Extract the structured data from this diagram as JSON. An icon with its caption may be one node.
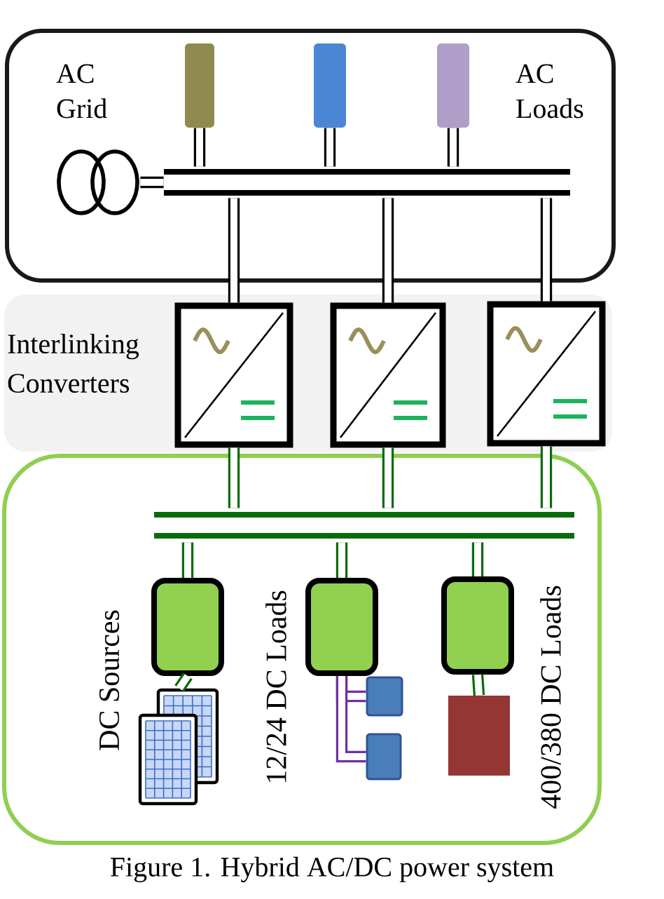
{
  "diagram": {
    "caption": "Figure 1. Hybrid AC/DC power system",
    "nodes": [
      {
        "text": [
          "AC Grid",
          "AC Loads"
        ]
      },
      {
        "text": [],
        "shape": "circle",
        "in": 0
      },
      {
        "text": [],
        "shape": "box",
        "in": 0
      },
      {
        "text": [],
        "shape": "box",
        "in": 0
      },
      {
        "text": [],
        "shape": "box",
        "in": 0
      },
      {
        "text": [],
        "shape": "bar",
        "in": 0
      },
      {
        "text": [
          "Interlinking Converters"
        ]
      },
      {
        "text": [],
        "shape": "box",
        "in": 6
      },
      {
        "text": [],
        "shape": "box",
        "in": 6
      },
      {
        "text": [],
        "shape": "box",
        "in": 6
      },
      {
        "text": [
          "DC Sources",
          "12/24 DC Loads",
          "400/380 DC Loads"
        ]
      },
      {
        "text": [],
        "shape": "bar",
        "in": 10
      },
      {
        "text": [],
        "shape": "box",
        "in": 10
      },
      {
        "text": [],
        "shape": "box",
        "in": 10
      },
      {
        "text": [],
        "shape": "box",
        "in": 10
      },
      {
        "text": [],
        "shape": "picture",
        "in": 10
      },
      {
        "text": [],
        "shape": "box",
        "in": 10
      },
      {
        "text": [],
        "shape": "box",
        "in": 10
      },
      {
        "text": [],
        "shape": "box",
        "in": 10
      }
    ],
    "edges": [
      {
        "from": 1,
        "to": 5,
        "arrow": "none",
        "color": "#000000"
      },
      {
        "from": 2,
        "to": 5,
        "arrow": "none",
        "color": "#000000"
      },
      {
        "from": 3,
        "to": 5,
        "arrow": "none",
        "color": "#000000"
      },
      {
        "from": 4,
        "to": 5,
        "arrow": "none",
        "color": "#000000"
      },
      {
        "from": 5,
        "to": 7,
        "arrow": "none",
        "color": "#000000"
      },
      {
        "from": 5,
        "to": 8,
        "arrow": "none",
        "color": "#000000"
      },
      {
        "from": 5,
        "to": 9,
        "arrow": "none",
        "color": "#000000"
      },
      {
        "from": 7,
        "to": 11,
        "arrow": "none"
      },
      {
        "from": 8,
        "to": 11,
        "arrow": "none"
      },
      {
        "from": 9,
        "to": 11,
        "arrow": "none"
      },
      {
        "from": 11,
        "to": 12,
        "arrow": "none"
      },
      {
        "from": 11,
        "to": 13,
        "arrow": "none"
      },
      {
        "from": 11,
        "to": 14,
        "arrow": "none"
      },
      {
        "from": 12,
        "to": 15,
        "arrow": "none"
      },
      {
        "from": 13,
        "to": 16,
        "arrow": "none",
        "color": "#7030a0"
      },
      {
        "from": 13,
        "to": 17,
        "arrow": "none",
        "color": "#7030a0"
      },
      {
        "from": 14,
        "to": 18,
        "arrow": "none"
      }
    ]
  }
}
